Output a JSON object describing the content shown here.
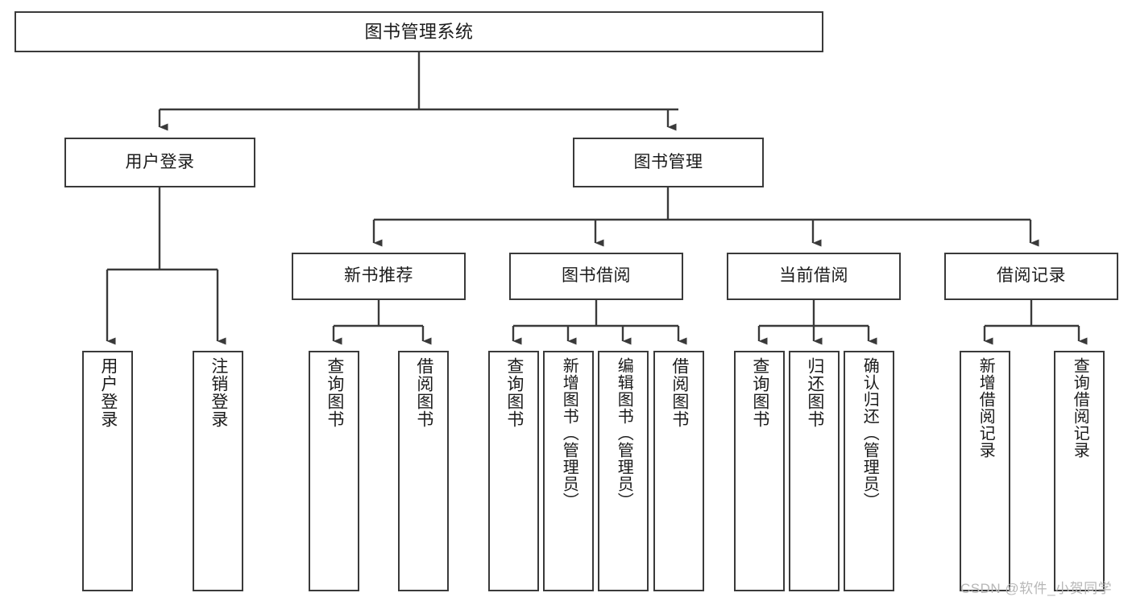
{
  "diagram": {
    "title": "图书管理系统",
    "type": "tree-hierarchy",
    "watermark": "CSDN @软件_小贺同学",
    "colors": {
      "box_border": "#3a3a3a",
      "box_fill": "#ffffff",
      "connector": "#3a3a3a",
      "text": "#1b1b1b",
      "watermark": "#b7b7b7"
    },
    "nodes": {
      "root": {
        "label": "图书管理系统"
      },
      "level2": [
        {
          "label": "用户登录"
        },
        {
          "label": "图书管理"
        }
      ],
      "level3": [
        {
          "label": "新书推荐"
        },
        {
          "label": "图书借阅"
        },
        {
          "label": "当前借阅"
        },
        {
          "label": "借阅记录"
        }
      ],
      "leaves": {
        "user_login": [
          {
            "label": "用户登录"
          },
          {
            "label": "注销登录"
          }
        ],
        "new_book_rec": [
          {
            "label": "查询图书"
          },
          {
            "label": "借阅图书"
          }
        ],
        "book_borrow": [
          {
            "label": "查询图书"
          },
          {
            "label": "新增图书（管理员）"
          },
          {
            "label": "编辑图书（管理员）"
          },
          {
            "label": "借阅图书"
          }
        ],
        "current_borrow": [
          {
            "label": "查询图书"
          },
          {
            "label": "归还图书"
          },
          {
            "label": "确认归还（管理员）"
          }
        ],
        "borrow_record": [
          {
            "label": "新增借阅记录"
          },
          {
            "label": "查询借阅记录"
          }
        ]
      }
    }
  }
}
